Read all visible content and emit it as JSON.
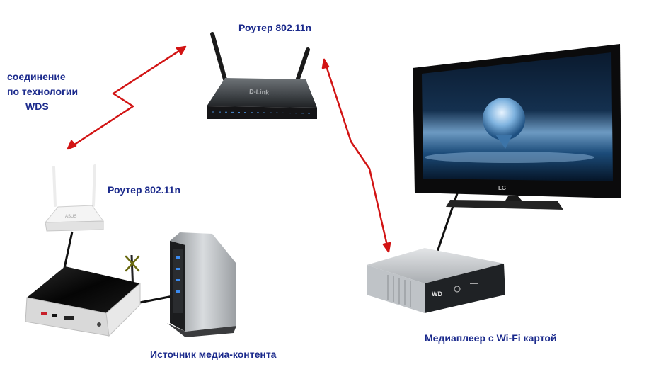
{
  "labels": {
    "router_top": "Роутер 802.11n",
    "router_left": "Роутер 802.11n",
    "wds": [
      "соединение",
      "по технологии",
      "WDS"
    ],
    "media_player": "Медиаплеер с Wi-Fi картой",
    "media_source": "Источник медиа-контента"
  },
  "devices": {
    "router_top_brand": "D-Link",
    "router_left_brand": "ASUS",
    "tv_brand": "LG",
    "media_player_brand": "WD"
  },
  "colors": {
    "link": "#d21414",
    "cable": "#111111",
    "text": "#1b2a8c"
  },
  "icons": [
    "router-icon",
    "tv-icon",
    "media-player-icon",
    "nas-icon",
    "mini-pc-icon",
    "wireless-link-icon",
    "broken-antenna-icon"
  ]
}
